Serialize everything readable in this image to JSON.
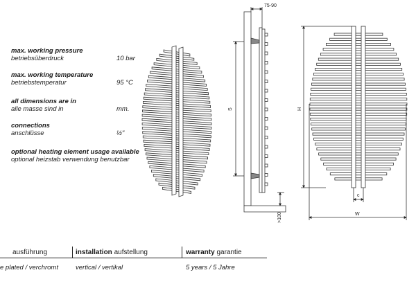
{
  "specs": [
    {
      "en": "max. working pressure",
      "de": "betriebsüberdruck",
      "value": "10 bar"
    },
    {
      "en": "max. working temperature",
      "de": "betriebstemperatur",
      "value": "95 °C"
    },
    {
      "en": "all dimensions are in",
      "de": "alle masse sind in",
      "value": "mm."
    },
    {
      "en": "connections",
      "de": "anschlüsse",
      "value": "½\""
    },
    {
      "en": "optional heating element usage available",
      "de": "optional heizstab verwendung benutzbar",
      "value": ""
    }
  ],
  "dimensions": {
    "side_offset": "75-90",
    "side_spacing": "S",
    "side_floor": ">100",
    "front_height": "H",
    "front_width": "W",
    "front_center": "c"
  },
  "bottom_table": {
    "finish_heading": "ausführung",
    "finish_value": "e plated / verchromt",
    "installation_heading_en": "installation",
    "installation_heading_de": "aufstellung",
    "installation_value": "vertical / vertikal",
    "warranty_heading_en": "warranty",
    "warranty_heading_de": "garantie",
    "warranty_value": "5 years / 5 Jahre"
  }
}
